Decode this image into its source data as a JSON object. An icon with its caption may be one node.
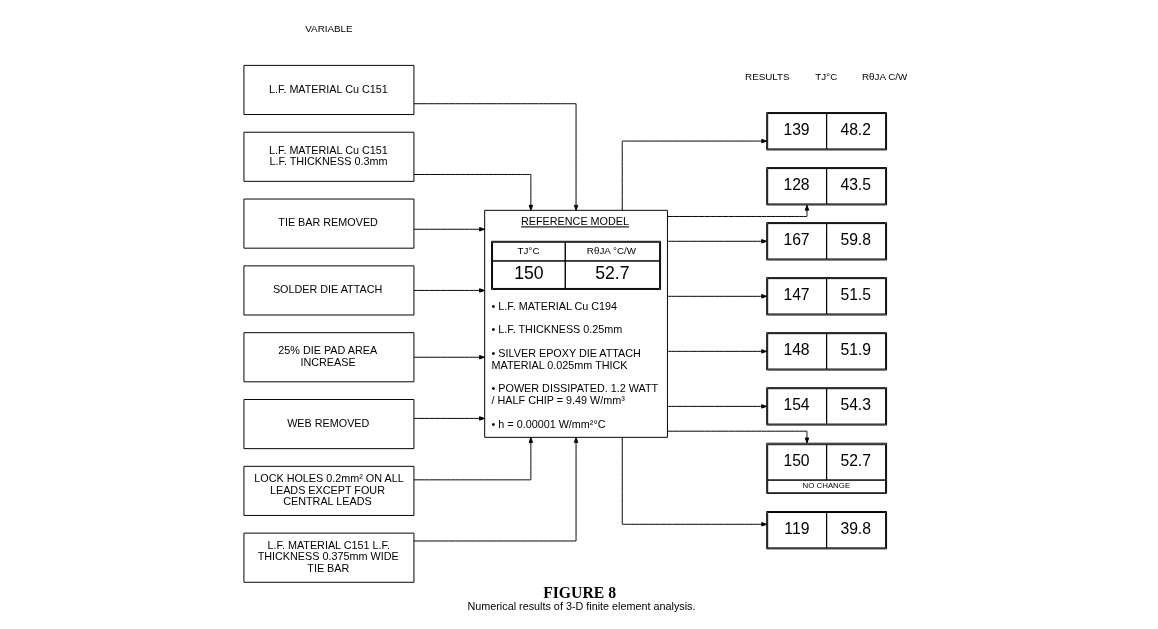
{
  "diagram": {
    "title": "FIGURE 8",
    "caption": "Numerical results of 3-D finite element analysis.",
    "nodes": [
      {
        "text": [
          "L.F. MATERIAL Cu C151"
        ]
      },
      {
        "text": [
          "L.F. MATERIAL Cu C151 L.F. THICKNESS 0.3mm"
        ]
      },
      {
        "text": [
          "TIE BAR REMOVED"
        ]
      },
      {
        "text": [
          "SOLDER DIE ATTACH"
        ]
      },
      {
        "text": [
          "25% DIE PAD AREA INCREASE"
        ]
      },
      {
        "text": [
          "WEB REMOVED"
        ]
      },
      {
        "text": [
          "LOCK HOLES 0.2mm² ON ALL LEADS EXCEPT FOUR CENTRAL LEADS"
        ]
      },
      {
        "text": [
          "L.F. MATERIAL C151 L.F. THICKNESS 0.375mm WIDE TIE BAR"
        ]
      },
      {
        "text": [
          "REFERENCE MODEL",
          "TJ°C",
          "RθJA °C/W",
          "150",
          "52.7",
          "• L.F. MATERIAL Cu C194",
          "• L.F. THICKNESS 0.25mm",
          "• SILVER EPOXY DIE ATTACH MATERIAL 0.025mm THICK",
          "• POWER DISSIPATED. 1.2 WATT / HALF CHIP = 9.49 W/mm³",
          "• h = 0.00001 W/mm²°C"
        ]
      },
      {
        "text": [
          "139",
          "48.2"
        ]
      },
      {
        "text": [
          "128",
          "43.5"
        ]
      },
      {
        "text": [
          "167",
          "59.8"
        ]
      },
      {
        "text": [
          "147",
          "51.5"
        ]
      },
      {
        "text": [
          "148",
          "51.9"
        ]
      },
      {
        "text": [
          "154",
          "54.3"
        ]
      },
      {
        "text": [
          "150",
          "52.7",
          "NO CHANGE"
        ]
      },
      {
        "text": [
          "119",
          "39.8"
        ]
      }
    ],
    "edges": [
      {
        "from": 0,
        "to": 8,
        "arrow": "to"
      },
      {
        "from": 1,
        "to": 8,
        "arrow": "to"
      },
      {
        "from": 2,
        "to": 8,
        "arrow": "to"
      },
      {
        "from": 3,
        "to": 8,
        "arrow": "to"
      },
      {
        "from": 4,
        "to": 8,
        "arrow": "to"
      },
      {
        "from": 5,
        "to": 8,
        "arrow": "to"
      },
      {
        "from": 6,
        "to": 8,
        "arrow": "to"
      },
      {
        "from": 7,
        "to": 8,
        "arrow": "to"
      },
      {
        "from": 8,
        "to": 9,
        "arrow": "to"
      },
      {
        "from": 8,
        "to": 10,
        "arrow": "to"
      },
      {
        "from": 8,
        "to": 11,
        "arrow": "to"
      },
      {
        "from": 8,
        "to": 12,
        "arrow": "to"
      },
      {
        "from": 8,
        "to": 13,
        "arrow": "to"
      },
      {
        "from": 8,
        "to": 14,
        "arrow": "to"
      },
      {
        "from": 8,
        "to": 15,
        "arrow": "to"
      },
      {
        "from": 8,
        "to": 16,
        "arrow": "to"
      }
    ],
    "labels": [
      "VARIABLE",
      "RESULTS",
      "TJ°C",
      "RθJA C/W"
    ]
  }
}
